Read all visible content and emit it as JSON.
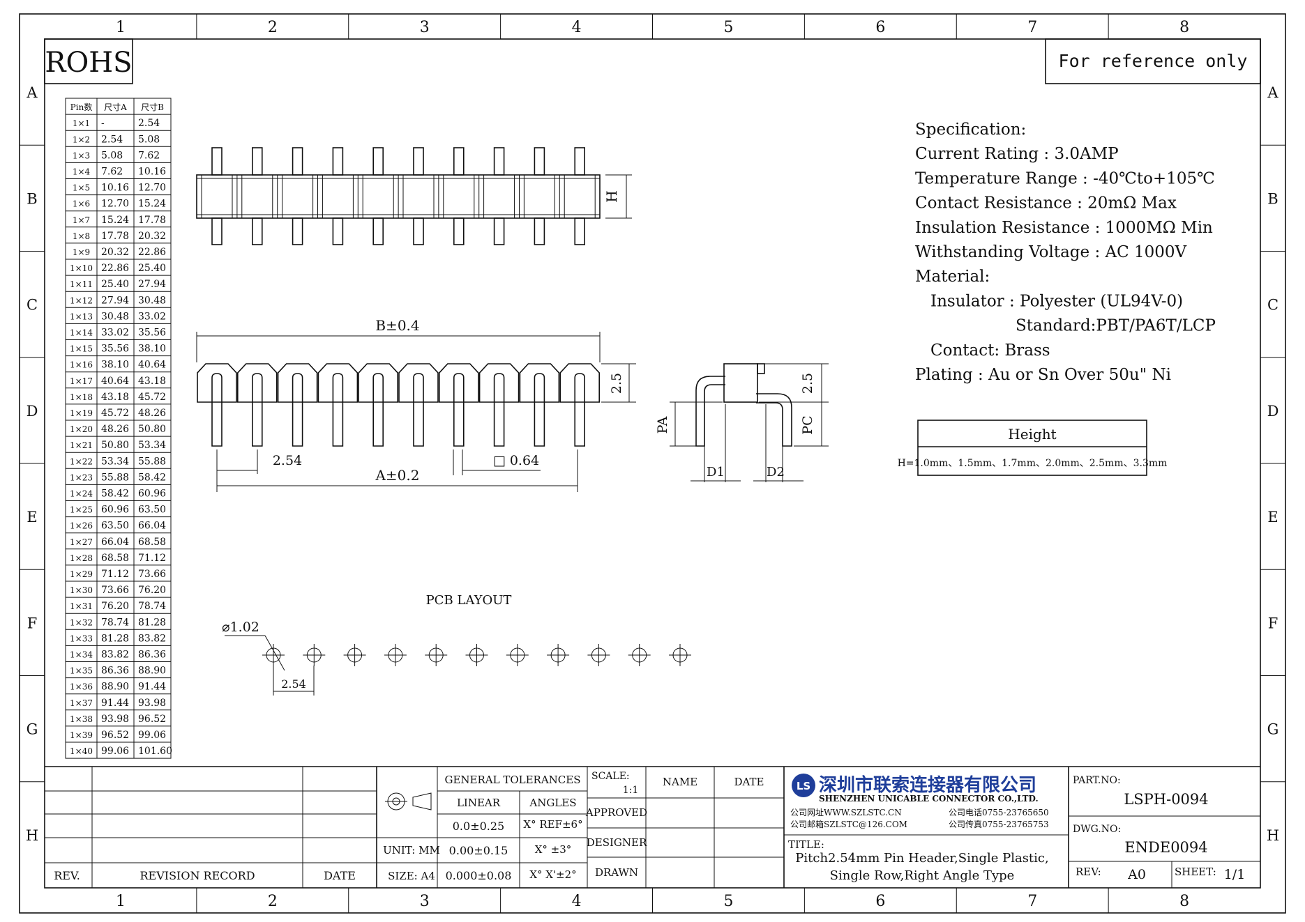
{
  "frame": {
    "columns": [
      "1",
      "2",
      "3",
      "4",
      "5",
      "6",
      "7",
      "8"
    ],
    "rows": [
      "A",
      "B",
      "C",
      "D",
      "E",
      "F",
      "G",
      "H"
    ]
  },
  "rohs_label": "ROHS",
  "reference_label": "For reference only",
  "pin_table": {
    "headers": [
      "Pin数",
      "尺寸A",
      "尺寸B"
    ],
    "rows": [
      [
        "1×1",
        "-",
        "2.54"
      ],
      [
        "1×2",
        "2.54",
        "5.08"
      ],
      [
        "1×3",
        "5.08",
        "7.62"
      ],
      [
        "1×4",
        "7.62",
        "10.16"
      ],
      [
        "1×5",
        "10.16",
        "12.70"
      ],
      [
        "1×6",
        "12.70",
        "15.24"
      ],
      [
        "1×7",
        "15.24",
        "17.78"
      ],
      [
        "1×8",
        "17.78",
        "20.32"
      ],
      [
        "1×9",
        "20.32",
        "22.86"
      ],
      [
        "1×10",
        "22.86",
        "25.40"
      ],
      [
        "1×11",
        "25.40",
        "27.94"
      ],
      [
        "1×12",
        "27.94",
        "30.48"
      ],
      [
        "1×13",
        "30.48",
        "33.02"
      ],
      [
        "1×14",
        "33.02",
        "35.56"
      ],
      [
        "1×15",
        "35.56",
        "38.10"
      ],
      [
        "1×16",
        "38.10",
        "40.64"
      ],
      [
        "1×17",
        "40.64",
        "43.18"
      ],
      [
        "1×18",
        "43.18",
        "45.72"
      ],
      [
        "1×19",
        "45.72",
        "48.26"
      ],
      [
        "1×20",
        "48.26",
        "50.80"
      ],
      [
        "1×21",
        "50.80",
        "53.34"
      ],
      [
        "1×22",
        "53.34",
        "55.88"
      ],
      [
        "1×23",
        "55.88",
        "58.42"
      ],
      [
        "1×24",
        "58.42",
        "60.96"
      ],
      [
        "1×25",
        "60.96",
        "63.50"
      ],
      [
        "1×26",
        "63.50",
        "66.04"
      ],
      [
        "1×27",
        "66.04",
        "68.58"
      ],
      [
        "1×28",
        "68.58",
        "71.12"
      ],
      [
        "1×29",
        "71.12",
        "73.66"
      ],
      [
        "1×30",
        "73.66",
        "76.20"
      ],
      [
        "1×31",
        "76.20",
        "78.74"
      ],
      [
        "1×32",
        "78.74",
        "81.28"
      ],
      [
        "1×33",
        "81.28",
        "83.82"
      ],
      [
        "1×34",
        "83.82",
        "86.36"
      ],
      [
        "1×35",
        "86.36",
        "88.90"
      ],
      [
        "1×36",
        "88.90",
        "91.44"
      ],
      [
        "1×37",
        "91.44",
        "93.98"
      ],
      [
        "1×38",
        "93.98",
        "96.52"
      ],
      [
        "1×39",
        "96.52",
        "99.06"
      ],
      [
        "1×40",
        "99.06",
        "101.60"
      ]
    ]
  },
  "specification": {
    "lines": [
      "Specification:",
      "Current Rating : 3.0AMP",
      "Temperature Range : -40℃to+105℃",
      "Contact Resistance : 20mΩ Max",
      "Insulation Resistance : 1000MΩ Min",
      "Withstanding Voltage : AC 1000V",
      "Material:",
      "Insulator : Polyester (UL94V-0)",
      "Standard:PBT/PA6T/LCP",
      "Contact: Brass",
      "Plating : Au or Sn Over 50u\" Ni"
    ]
  },
  "height_box": {
    "title": "Height",
    "value": "H=1.0mm、1.5mm、1.7mm、2.0mm、2.5mm、3.3mm"
  },
  "dimensions": {
    "h": "H",
    "b": "B±0.4",
    "a": "A±0.2",
    "pitch": "2.54",
    "pin_size": "□ 0.64",
    "side_h": "2.5",
    "side_h2": "2.5",
    "pa": "PA",
    "pc": "PC",
    "d1": "D1",
    "d2": "D2",
    "pcb_title": "PCB LAYOUT",
    "hole": "⌀1.02",
    "pcb_pitch": "2.54"
  },
  "title_block": {
    "general_tolerances": "GENERAL TOLERANCES",
    "linear": "LINEAR",
    "angles": "ANGLES",
    "lin1": "0.0±0.25",
    "lin2": "0.00±0.15",
    "lin3": "0.000±0.08",
    "ang1": "X° REF±6°",
    "ang2": "X° ±3°",
    "ang3": "X° X'±2°",
    "unit": "UNIT: MM",
    "size": "SIZE: A4",
    "scale_label": "SCALE:",
    "scale_value": "1:1",
    "name": "NAME",
    "date_col": "DATE",
    "approved": "APPROVED",
    "designer": "DESIGNER",
    "drawn": "DRAWN",
    "rev_label": "REV.",
    "revision_record": "REVISION RECORD",
    "rev_date": "DATE",
    "company_cn": "深圳市联索连接器有限公司",
    "company_en": "SHENZHEN UNICABLE CONNECTOR CO.,LTD.",
    "web": "公司网址WWW.SZLSTC.CN",
    "email": "公司邮箱SZLSTC@126.COM",
    "phone": "公司电话0755-23765650",
    "fax": "公司传真0755-23765753",
    "logo_letters": "LS",
    "title_label": "TITLE:",
    "title_line1": "Pitch2.54mm Pin Header,Single Plastic,",
    "title_line2": "Single Row,Right Angle Type",
    "part_no_label": "PART.NO:",
    "part_no": "LSPH-0094",
    "dwg_no_label": "DWG.NO:",
    "dwg_no": "ENDE0094",
    "rev_field_label": "REV:",
    "rev_value": "A0",
    "sheet_label": "SHEET:",
    "sheet_value": "1/1"
  }
}
